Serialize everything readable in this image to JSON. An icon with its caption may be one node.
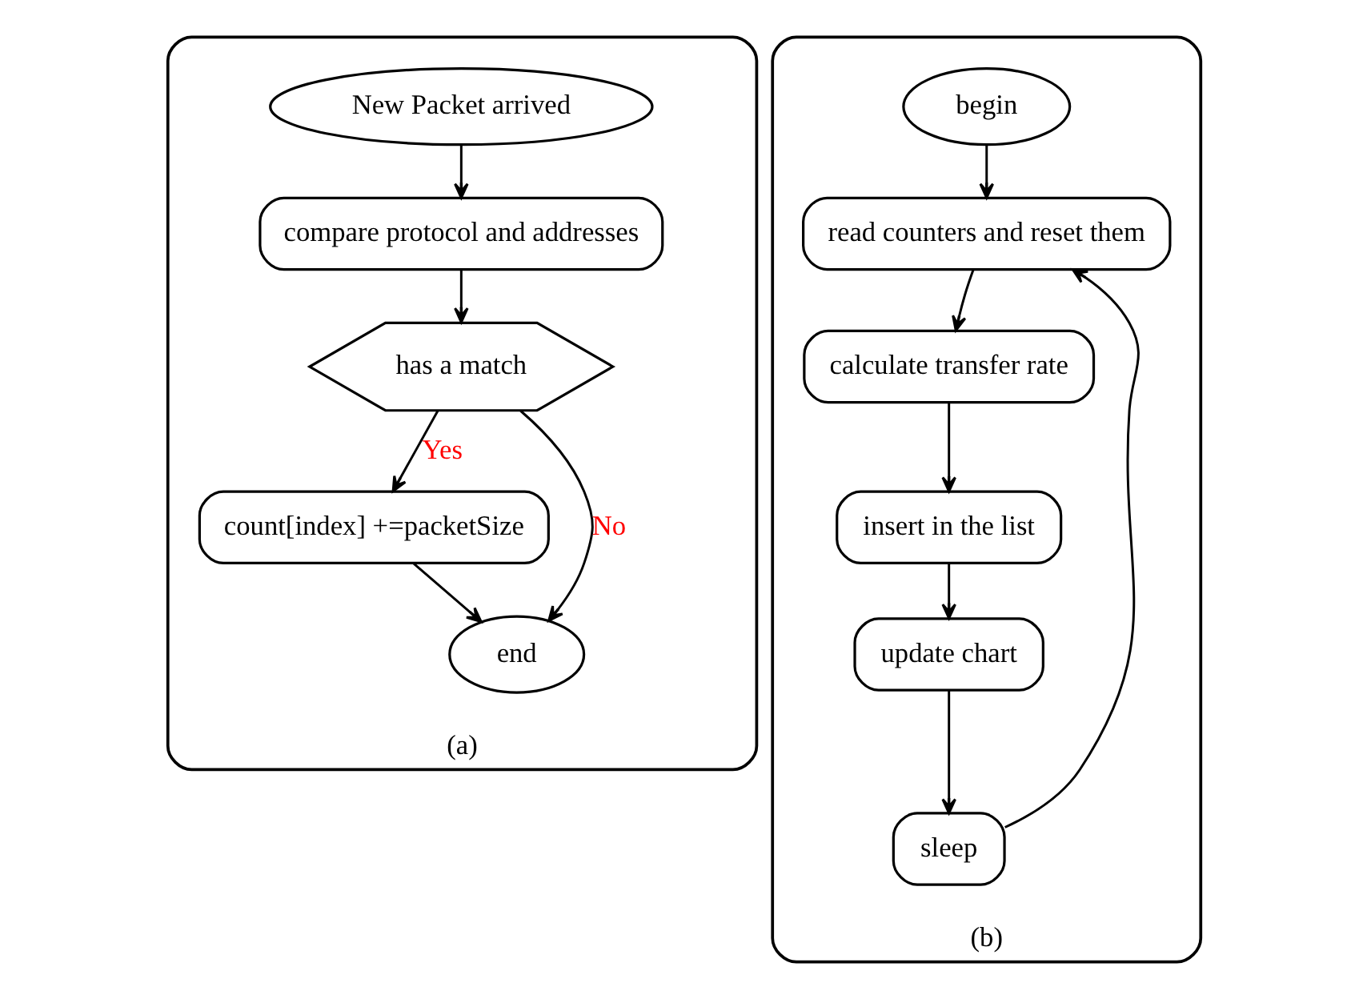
{
  "diagram": {
    "nodes": [
      {
        "text": [
          "(a)"
        ]
      },
      {
        "text": [
          "New Packet arrived"
        ],
        "in": 0
      },
      {
        "text": [
          "compare protocol and addresses"
        ],
        "in": 0
      },
      {
        "text": [
          "has a match"
        ],
        "in": 0
      },
      {
        "text": [
          "count[index] +=packetSize"
        ],
        "in": 0
      },
      {
        "text": [
          "end"
        ],
        "in": 0
      },
      {
        "text": [
          "(b)"
        ]
      },
      {
        "text": [
          "begin"
        ],
        "in": 6
      },
      {
        "text": [
          "read counters and reset them"
        ],
        "in": 6
      },
      {
        "text": [
          "calculate transfer rate"
        ],
        "in": 6
      },
      {
        "text": [
          "insert in the list"
        ],
        "in": 6
      },
      {
        "text": [
          "update chart"
        ],
        "in": 6
      },
      {
        "text": [
          "sleep"
        ],
        "in": 6
      }
    ],
    "edges": [
      {
        "from": 1,
        "to": 2,
        "arrow": "to"
      },
      {
        "from": 2,
        "to": 3,
        "arrow": "to"
      },
      {
        "from": 3,
        "to": 4,
        "arrow": "to",
        "label": "Yes"
      },
      {
        "from": 3,
        "to": 5,
        "arrow": "to",
        "label": "No"
      },
      {
        "from": 4,
        "to": 5,
        "arrow": "to"
      },
      {
        "from": 7,
        "to": 8,
        "arrow": "to"
      },
      {
        "from": 8,
        "to": 9,
        "arrow": "to"
      },
      {
        "from": 9,
        "to": 10,
        "arrow": "to"
      },
      {
        "from": 10,
        "to": 11,
        "arrow": "to"
      },
      {
        "from": 11,
        "to": 12,
        "arrow": "to"
      },
      {
        "from": 12,
        "to": 8,
        "arrow": "to"
      }
    ]
  }
}
